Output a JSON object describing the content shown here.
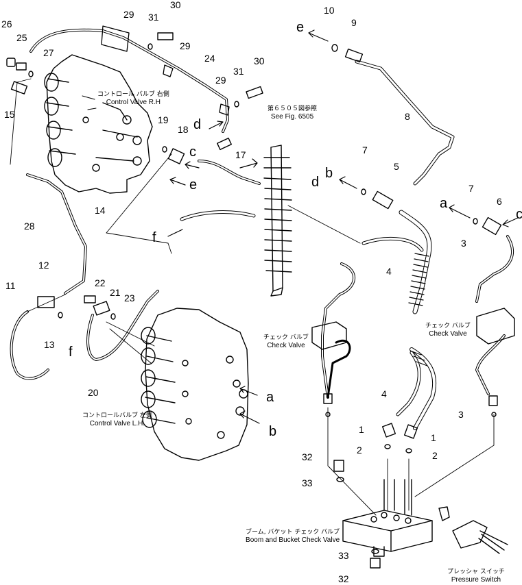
{
  "part_numbers": {
    "p1a": "1",
    "p1b": "1",
    "p2a": "2",
    "p2b": "2",
    "p3a": "3",
    "p3b": "3",
    "p4a": "4",
    "p4b": "4",
    "p5": "5",
    "p6": "6",
    "p7a": "7",
    "p7b": "7",
    "p8": "8",
    "p9": "9",
    "p10": "10",
    "p11": "11",
    "p12": "12",
    "p13": "13",
    "p14": "14",
    "p15": "15",
    "p17": "17",
    "p18": "18",
    "p19": "19",
    "p20": "20",
    "p21": "21",
    "p22": "22",
    "p23": "23",
    "p24": "24",
    "p25": "25",
    "p26": "26",
    "p27": "27",
    "p28": "28",
    "p29a": "29",
    "p29b": "29",
    "p29c": "29",
    "p30a": "30",
    "p30b": "30",
    "p31a": "31",
    "p31b": "31",
    "p32a": "32",
    "p32b": "32",
    "p33a": "33",
    "p33b": "33"
  },
  "connection_letters": {
    "a_top": "a",
    "a_lh": "a",
    "b_top": "b",
    "b_lh": "b",
    "c_top": "c",
    "c_right": "c",
    "d_top": "d",
    "d_right": "d",
    "e_top": "e",
    "e_mid": "e",
    "f_mid": "f",
    "f_bottom": "f"
  },
  "captions": {
    "control_valve_rh": {
      "jp": "コントロール バルブ 右側",
      "en": "Control Valve R.H"
    },
    "control_valve_lh": {
      "jp": "コントロールバルブ 左側",
      "en": "Control Valve L.H."
    },
    "see_fig": {
      "jp": "第６５０５図参照",
      "en": "See Fig. 6505"
    },
    "check_valve_center": {
      "jp": "チェック バルブ",
      "en": "Check Valve"
    },
    "check_valve_right": {
      "jp": "チェック バルブ",
      "en": "Check Valve"
    },
    "boom_bucket_check_valve": {
      "jp": "ブーム, バケット チェック バルブ",
      "en": "Boom and Bucket Check Valve"
    },
    "pressure_switch": {
      "jp": "プレッシャ スイッチ",
      "en": "Pressure Switch"
    }
  },
  "colors": {
    "ink": "#000000",
    "paper": "#ffffff"
  }
}
